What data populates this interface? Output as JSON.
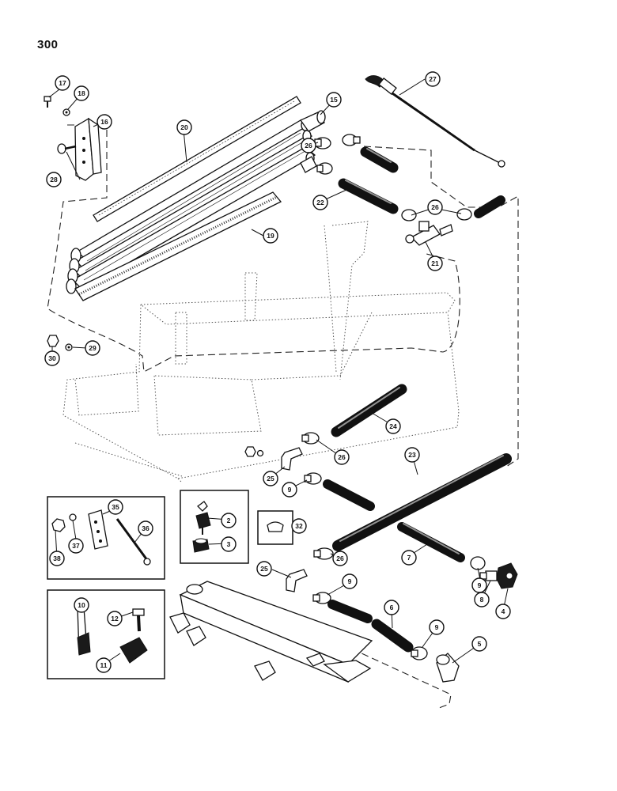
{
  "page_number": "300",
  "callouts": {
    "c2": "2",
    "c3": "3",
    "c4": "4",
    "c5": "5",
    "c6": "6",
    "c7": "7",
    "c8": "8",
    "c9a": "9",
    "c9b": "9",
    "c9c": "9",
    "c9d": "9",
    "c10": "10",
    "c11": "11",
    "c12": "12",
    "c15": "15",
    "c16": "16",
    "c17": "17",
    "c18": "18",
    "c19": "19",
    "c20": "20",
    "c21": "21",
    "c22": "22",
    "c23": "23",
    "c24": "24",
    "c25a": "25",
    "c25b": "25",
    "c26a": "26",
    "c26b": "26",
    "c26c": "26",
    "c26d": "26",
    "c27": "27",
    "c28": "28",
    "c29": "29",
    "c30": "30",
    "c32": "32",
    "c35": "35",
    "c36": "36",
    "c37": "37",
    "c38": "38"
  },
  "colors": {
    "line": "#111111",
    "paper": "#ffffff"
  }
}
